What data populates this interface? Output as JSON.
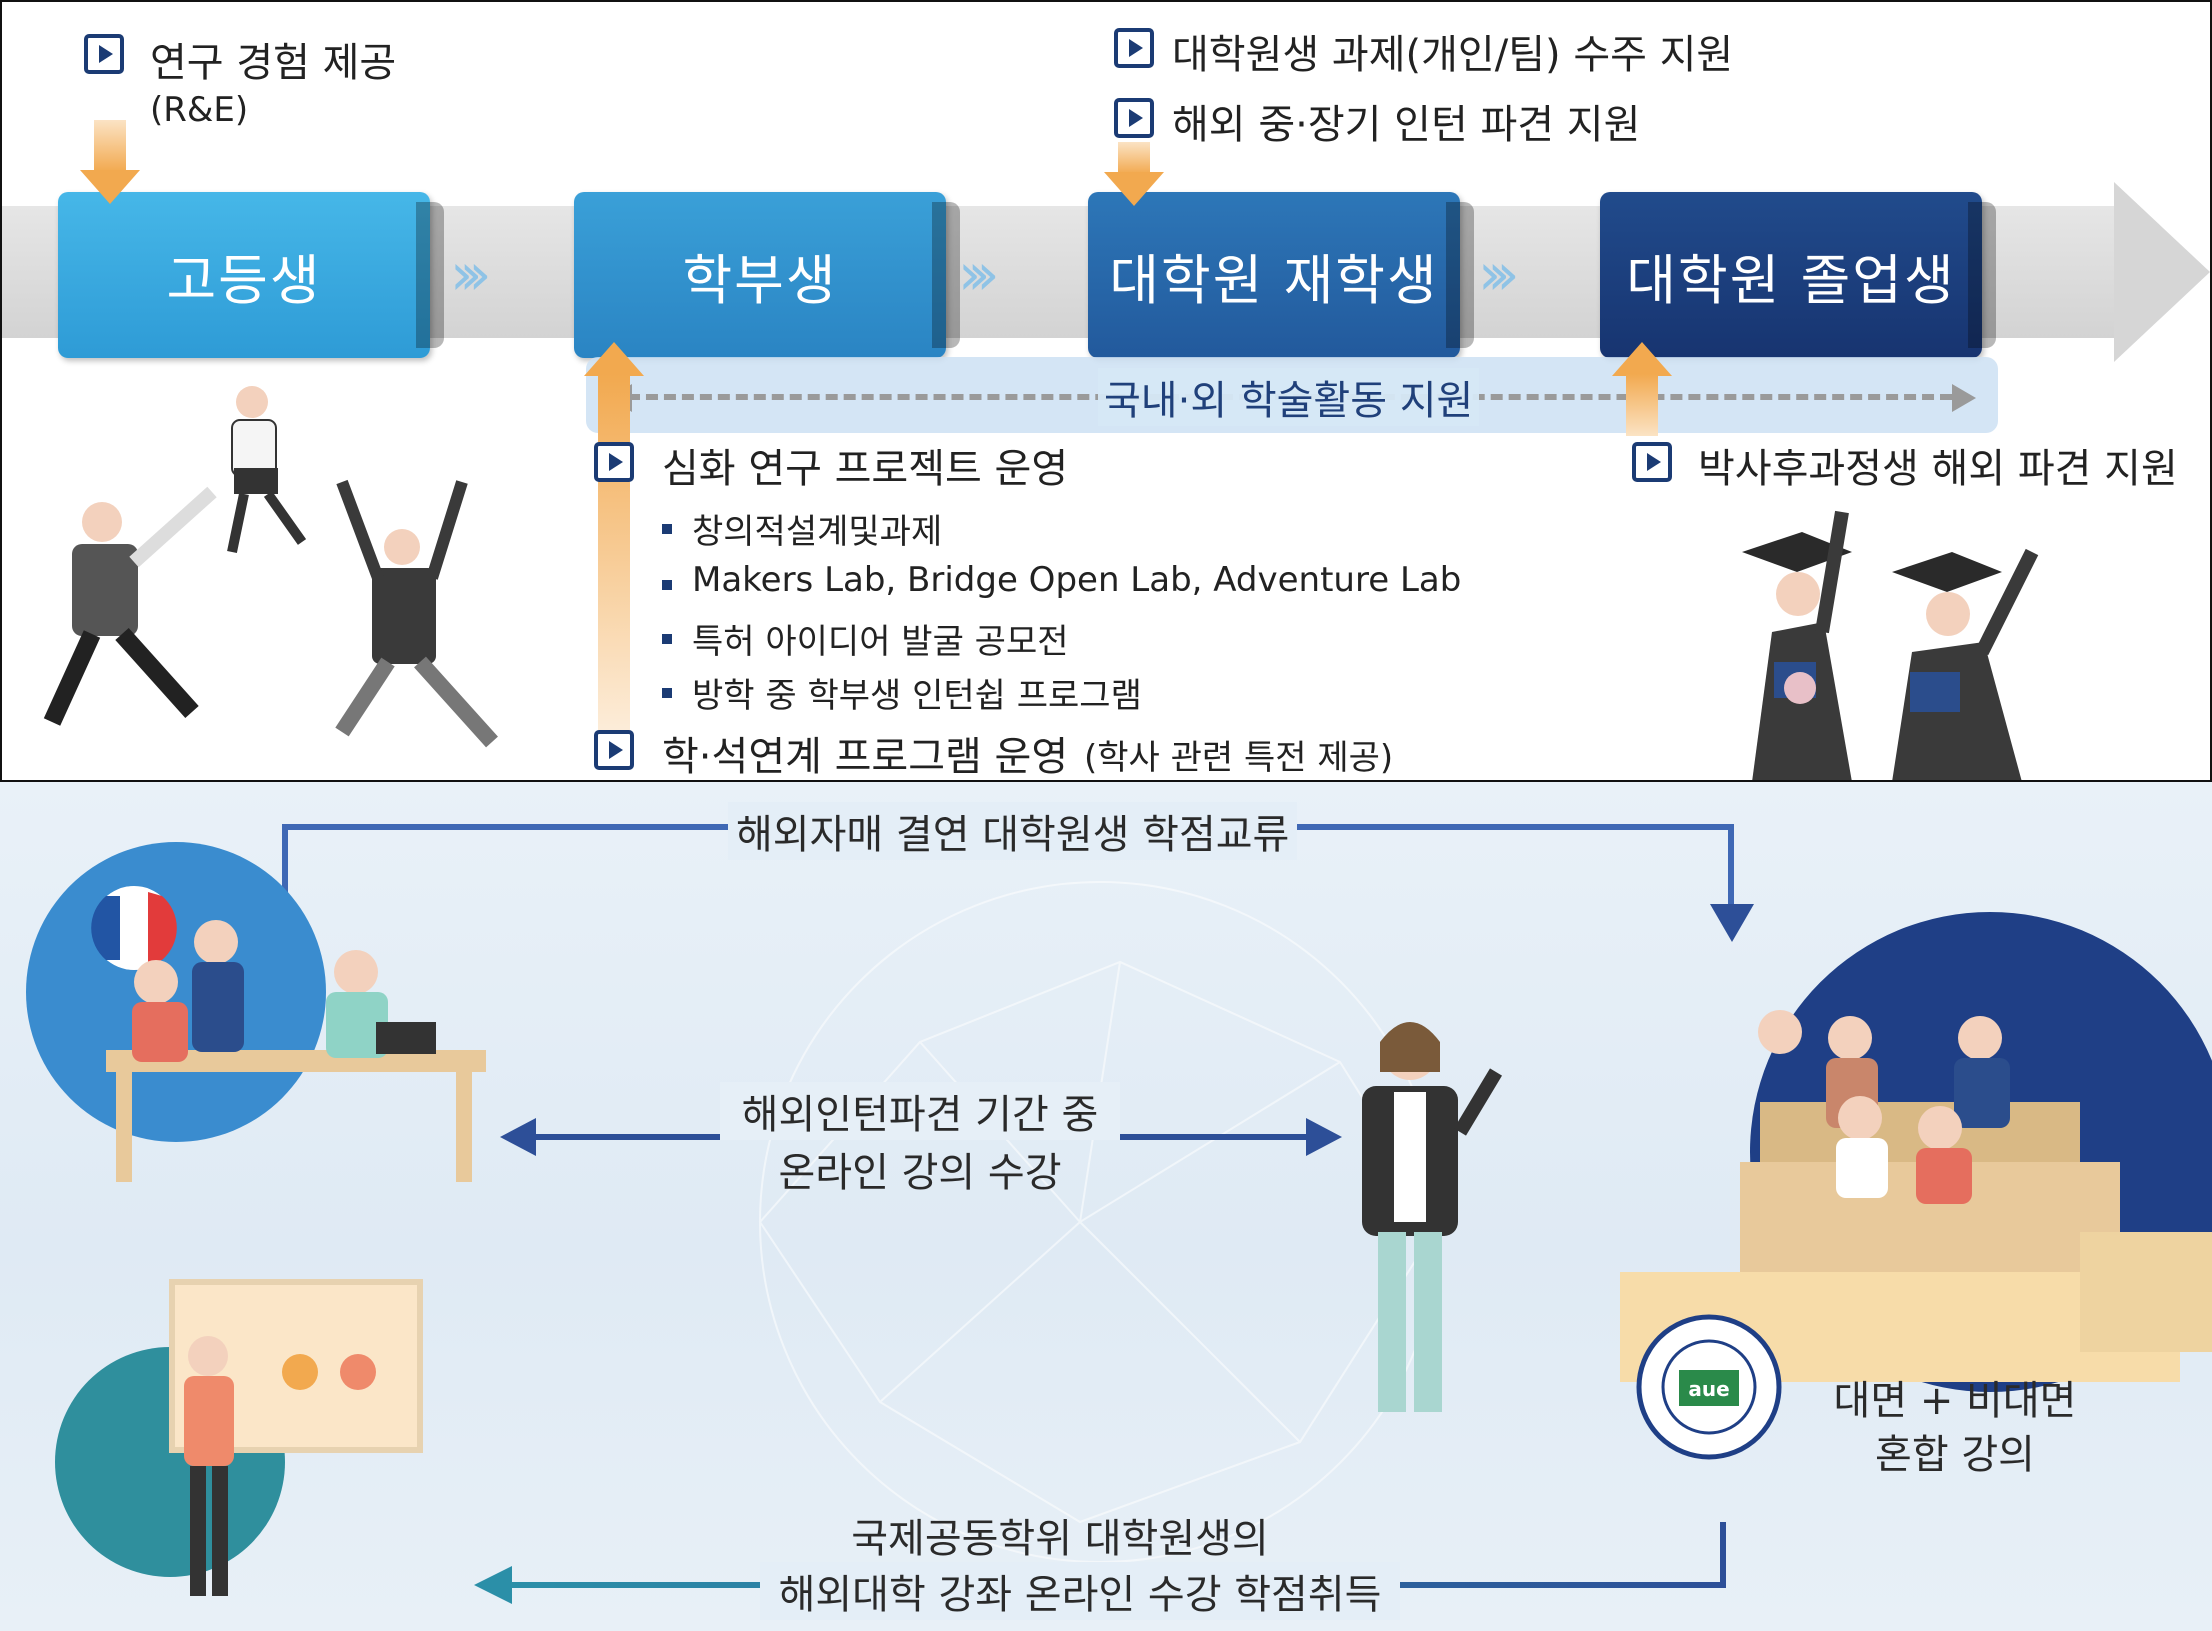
{
  "top": {
    "stages": [
      {
        "label": "고등생",
        "color": "#3aa8de"
      },
      {
        "label": "학부생",
        "color": "#2e8fcd"
      },
      {
        "label": "대학원 재학생",
        "color": "#2465a8"
      },
      {
        "label": "대학원 졸업생",
        "color": "#1b3f7c"
      }
    ],
    "research_title": "연구 경험 제공",
    "research_sub": "(R&E)",
    "grad_support_1": "대학원생 과제(개인/팀) 수주 지원",
    "grad_support_2": "해외 중·장기 인턴 파견 지원",
    "academic_band": "국내·외 학술활동 지원",
    "deep_research": "심화 연구 프로젝트 운영",
    "bullets": [
      "창의적설계및과제",
      "Makers Lab, Bridge Open Lab, Adventure Lab",
      "특허 아이디어 발굴 공모전",
      "방학 중 학부생 인턴쉽 프로그램"
    ],
    "bs_ms": "학·석연계 프로그램 운영",
    "bs_ms_note": "(학사 관련 특전 제공)",
    "postdoc": "박사후과정생 해외 파견 지원"
  },
  "bottom": {
    "exchange": "해외자매 결연 대학원생 학점교류",
    "intern_online_1": "해외인턴파견 기간 중",
    "intern_online_2": "온라인 강의 수강",
    "hybrid_1": "대면 + 비대면",
    "hybrid_2": "혼합 강의",
    "joint_1": "국제공동학위 대학원생의",
    "joint_2": "해외대학 강좌 온라인 수강 학점취득",
    "seal_text": "aue"
  }
}
